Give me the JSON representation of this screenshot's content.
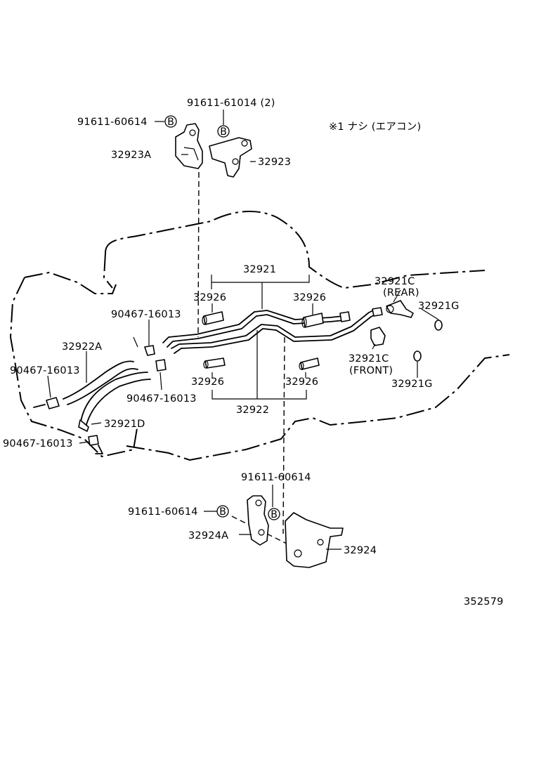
{
  "note": "※1 ナシ (エアコン)",
  "catalog_number": "352579",
  "bolt_marker": "B",
  "labels": {
    "bolt_top_qty": "91611-61014 (2)",
    "bolt_top_left": "91611-60614",
    "bracket_32923A": "32923A",
    "bracket_32923": "32923",
    "tube_32921": "32921",
    "tube_32922": "32922",
    "grommet_ul": "32926",
    "grommet_ur": "32926",
    "grommet_ll": "32926",
    "grommet_lr": "32926",
    "union_32921C_top": "32921C",
    "rear": "(REAR)",
    "union_32921C_bottom": "32921C",
    "front": "(FRONT)",
    "gasket_top": "32921G",
    "gasket_bottom": "32921G",
    "clip_a": "90467-16013",
    "clip_b": "90467-16013",
    "clip_c": "90467-16013",
    "clip_d": "90467-16013",
    "hose_32922A": "32922A",
    "hose_32921D": "32921D",
    "bolt_bottom_right": "91611-60614",
    "bolt_bottom_left": "91611-60614",
    "bracket_32924A": "32924A",
    "bracket_32924": "32924"
  }
}
